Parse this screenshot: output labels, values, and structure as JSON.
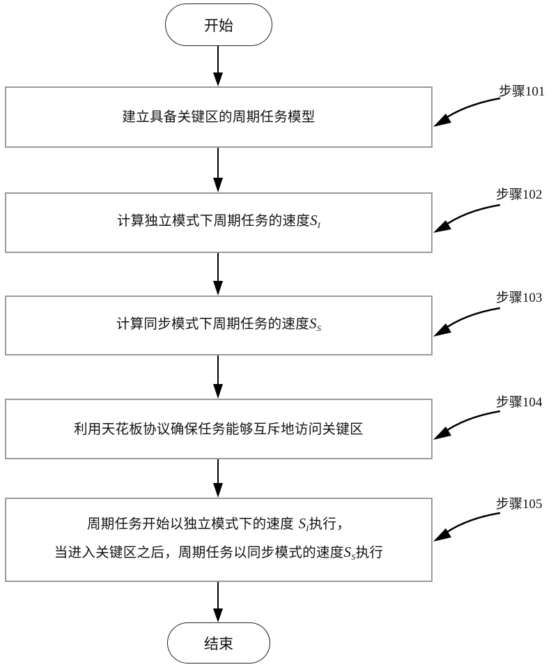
{
  "start": {
    "label": "开始"
  },
  "end": {
    "label": "结束"
  },
  "steps": [
    {
      "id": "101",
      "label": "步骤101",
      "text": "建立具备关键区的周期任务模型"
    },
    {
      "id": "102",
      "label": "步骤102",
      "text": "计算独立模式下周期任务的速度",
      "var": "S",
      "var_sub": "I"
    },
    {
      "id": "103",
      "label": "步骤103",
      "text": "计算同步模式下周期任务的速度",
      "var": "S",
      "var_sub": "S"
    },
    {
      "id": "104",
      "label": "步骤104",
      "text": "利用天花板协议确保任务能够互斥地访问关键区"
    },
    {
      "id": "105",
      "label": "步骤105",
      "line1_pre": "周期任务开始以独立模式下的速度 ",
      "line1_var": "S",
      "line1_sub": "I",
      "line1_post": "执行，",
      "line2_pre": "当进入关键区之后，周期任务以同步模式的速度",
      "line2_var": "S",
      "line2_sub": "S",
      "line2_post": "执行"
    }
  ]
}
